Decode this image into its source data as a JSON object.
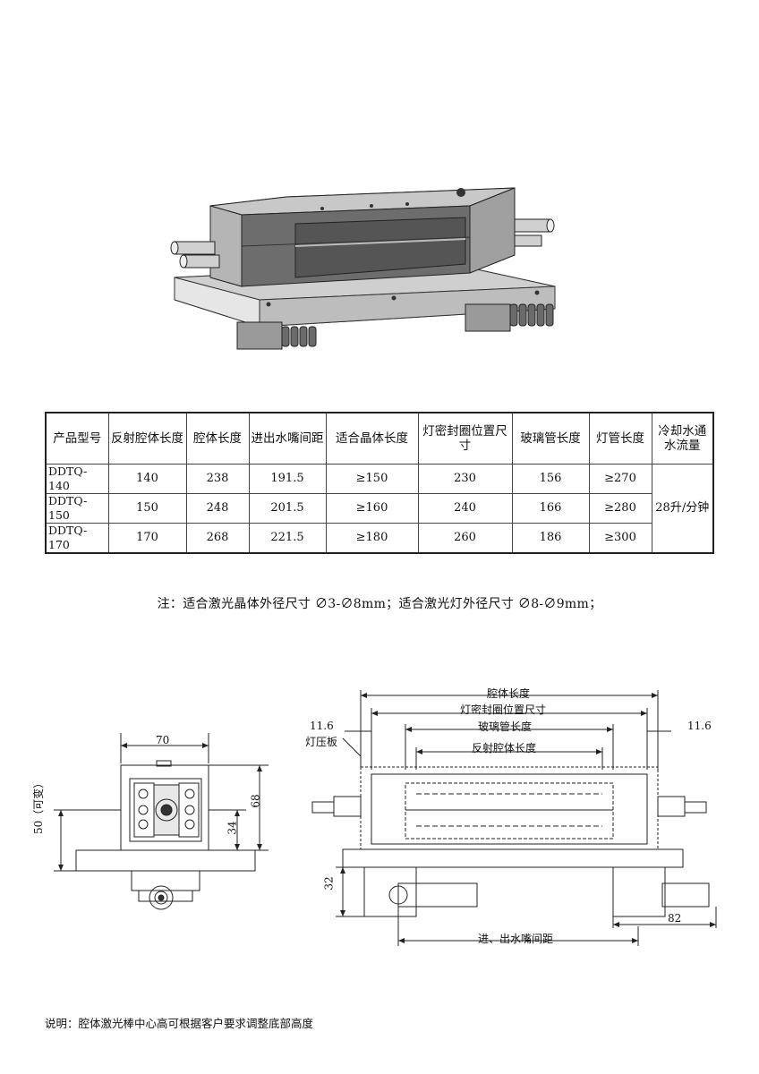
{
  "table": {
    "headers": [
      "产品型号",
      "反射腔体长度",
      "腔体长度",
      "进出水嘴间距",
      "适合晶体长度",
      "灯密封圈位置尺寸",
      "玻璃管长度",
      "灯管长度",
      "冷却水通水流量"
    ],
    "rows": [
      [
        "DDTQ-140",
        "140",
        "238",
        "191.5",
        "≥150",
        "230",
        "156",
        "≥270"
      ],
      [
        "DDTQ-150",
        "150",
        "248",
        "201.5",
        "≥160",
        "240",
        "166",
        "≥280"
      ],
      [
        "DDTQ-170",
        "170",
        "268",
        "221.5",
        "≥180",
        "260",
        "186",
        "≥300"
      ]
    ],
    "flow_value": "28升/分钟"
  },
  "note": "注：适合激光晶体外径尺寸 ∅3-∅8mm；适合激光灯外径尺寸 ∅8-∅9mm；",
  "side_view": {
    "width_label": "70",
    "height_label": "68",
    "center_label": "34",
    "base_label": "50（可变）"
  },
  "front_view": {
    "cavity_length": "腔体长度",
    "seal_position": "灯密封圈位置尺寸",
    "glass_tube": "玻璃管长度",
    "reflector": "反射腔体长度",
    "left_offset": "11.6",
    "right_offset": "11.6",
    "lamp_plate": "灯压板",
    "foot_height": "32",
    "nozzle_offset": "82",
    "nozzle_spacing": "进、出水嘴间距"
  },
  "footer": "说明：腔体激光棒中心高可根据客户要求调整底部高度"
}
